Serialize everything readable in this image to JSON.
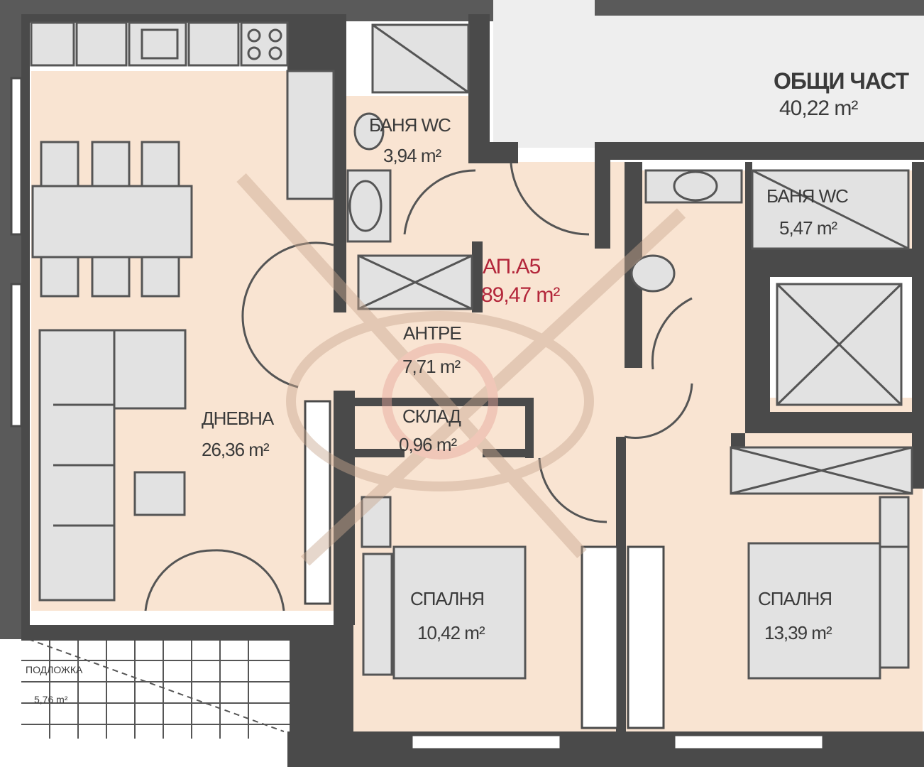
{
  "apartment": {
    "name": "АП.А5",
    "area": "89,47 m²"
  },
  "common_area": {
    "name": "ОБЩИ ЧАСТ",
    "area": "40,22 m²"
  },
  "rooms": {
    "bathroom_1": {
      "name": "БАНЯ WC",
      "area": "3,94 m²"
    },
    "bathroom_2": {
      "name": "БАНЯ WC",
      "area": "5,47 m²"
    },
    "entrance": {
      "name": "АНТРЕ",
      "area": "7,71 m²"
    },
    "living": {
      "name": "ДНЕВНА",
      "area": "26,36 m²"
    },
    "storage": {
      "name": "СКЛАД",
      "area": "0,96 m²"
    },
    "bedroom_1": {
      "name": "СПАЛНЯ",
      "area": "10,42 m²"
    },
    "bedroom_2": {
      "name": "СПАЛНЯ",
      "area": "13,39 m²"
    },
    "balcony": {
      "name": "ПОДЛОЖКА",
      "area": "5,76 m²"
    }
  },
  "colors": {
    "floor": "#f9e4d2",
    "wall": "#4a4a4a",
    "fixture": "#e2e2e2",
    "common": "#eeeeee",
    "apartment_label": "#b3263a",
    "watermark": "#c9a890"
  },
  "watermark_icon": "crossed-swords-logo-icon"
}
